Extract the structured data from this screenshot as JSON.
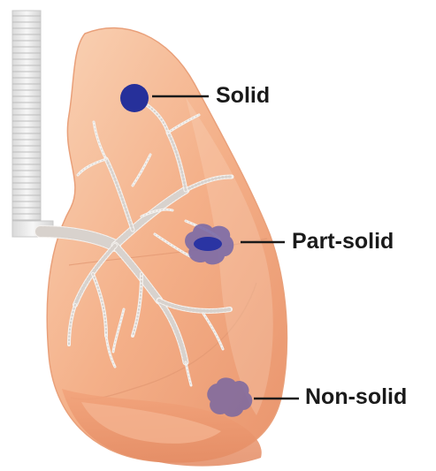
{
  "labels": {
    "solid": "Solid",
    "part_solid": "Part-solid",
    "non_solid": "Non-solid"
  },
  "colors": {
    "lung_light": "#f7c7a4",
    "lung_mid": "#f2a77f",
    "lung_dark": "#e48a63",
    "airway": "#f4f1ee",
    "nodule_solid": "#26309a",
    "nodule_part_outer": "#7b6aa6",
    "nodule_part_inner": "#2a34a3",
    "nodule_non": "#7f6a9f",
    "leader_line": "#1a1a1a"
  }
}
